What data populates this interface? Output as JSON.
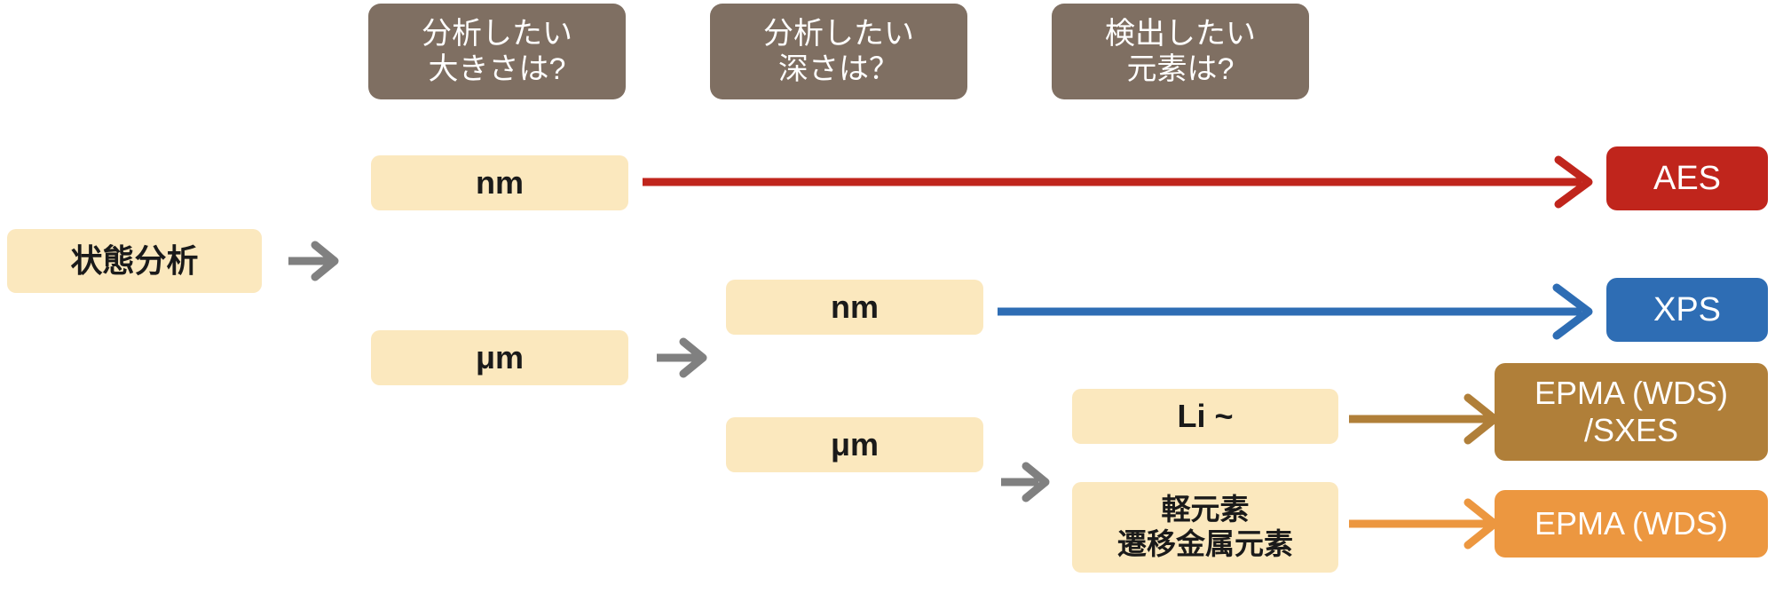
{
  "diagram": {
    "title_hidden": "",
    "headers": [
      {
        "id": "size",
        "label": "分析したい\n大きさは?"
      },
      {
        "id": "depth",
        "label": "分析したい\n深さは？"
      },
      {
        "id": "element",
        "label": "検出したい\n元素は?"
      }
    ],
    "entry": {
      "label": "状態分析"
    },
    "criteria": [
      {
        "id": "size-nm",
        "label": "nm"
      },
      {
        "id": "size-um",
        "label": "μm"
      },
      {
        "id": "depth-nm",
        "label": "nm"
      },
      {
        "id": "depth-um",
        "label": "μm"
      },
      {
        "id": "element-li",
        "label": "Li ~"
      },
      {
        "id": "element-light",
        "label": "軽元素\n遷移金属元素"
      }
    ],
    "results": [
      {
        "id": "aes",
        "label": "AES",
        "color": "#C0251C"
      },
      {
        "id": "xps",
        "label": "XPS",
        "color": "#2E6DB4"
      },
      {
        "id": "epma-sxes",
        "label": "EPMA (WDS)\n/SXES",
        "color": "#B07F39"
      },
      {
        "id": "epma-wds",
        "label": "EPMA (WDS)",
        "color": "#EC9740"
      }
    ],
    "connectors": [
      {
        "id": "entry-to-size",
        "kind": "gray-short",
        "color": "#808080"
      },
      {
        "id": "size-um-to-depth",
        "kind": "gray-short",
        "color": "#808080"
      },
      {
        "id": "depth-um-to-elem",
        "kind": "gray-short",
        "color": "#808080"
      },
      {
        "id": "size-nm-to-aes",
        "kind": "long",
        "color": "#C0251C"
      },
      {
        "id": "depth-nm-to-xps",
        "kind": "long",
        "color": "#2E6DB4"
      },
      {
        "id": "li-to-epma-sxes",
        "kind": "short",
        "color": "#B07F39"
      },
      {
        "id": "light-to-epma-wds",
        "kind": "short",
        "color": "#EC9740"
      }
    ],
    "colors": {
      "header_box": "#7F6F62",
      "criteria_box": "#FBE8BE",
      "background": "#FFFFFF",
      "gray_arrow": "#808080"
    }
  }
}
